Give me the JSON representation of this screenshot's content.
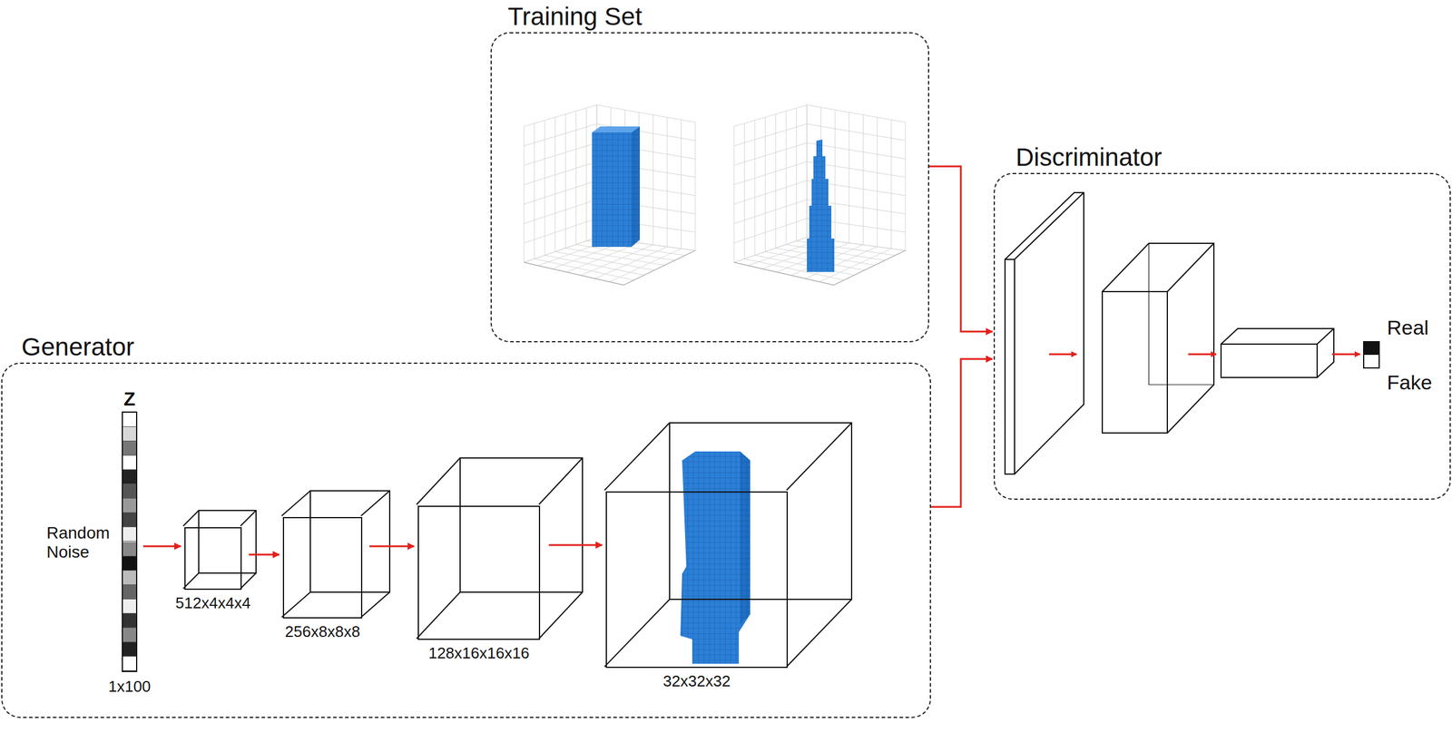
{
  "diagram": {
    "nodes": [
      {
        "text": [
          "Training Set"
        ]
      },
      {
        "text": [
          "Generator"
        ]
      },
      {
        "text": [
          "Z",
          "Random Noise",
          "1x100"
        ],
        "in": 1
      },
      {
        "text": [
          "512x4x4x4"
        ],
        "in": 1
      },
      {
        "text": [
          "256x8x8x8"
        ],
        "in": 1
      },
      {
        "text": [
          "128x16x16x16"
        ],
        "in": 1
      },
      {
        "text": [
          "32x32x32"
        ],
        "in": 1
      },
      {
        "text": [
          "Discriminator"
        ]
      },
      {
        "text": [
          "Real",
          "Fake"
        ],
        "in": 7
      }
    ],
    "edges": [
      {
        "from": 2,
        "to": 3,
        "arrow": "to"
      },
      {
        "from": 3,
        "to": 4,
        "arrow": "to"
      },
      {
        "from": 4,
        "to": 5,
        "arrow": "to"
      },
      {
        "from": 5,
        "to": 6,
        "arrow": "to"
      },
      {
        "from": 0,
        "to": 7,
        "arrow": "to"
      },
      {
        "from": 1,
        "to": 7,
        "arrow": "to"
      }
    ]
  }
}
